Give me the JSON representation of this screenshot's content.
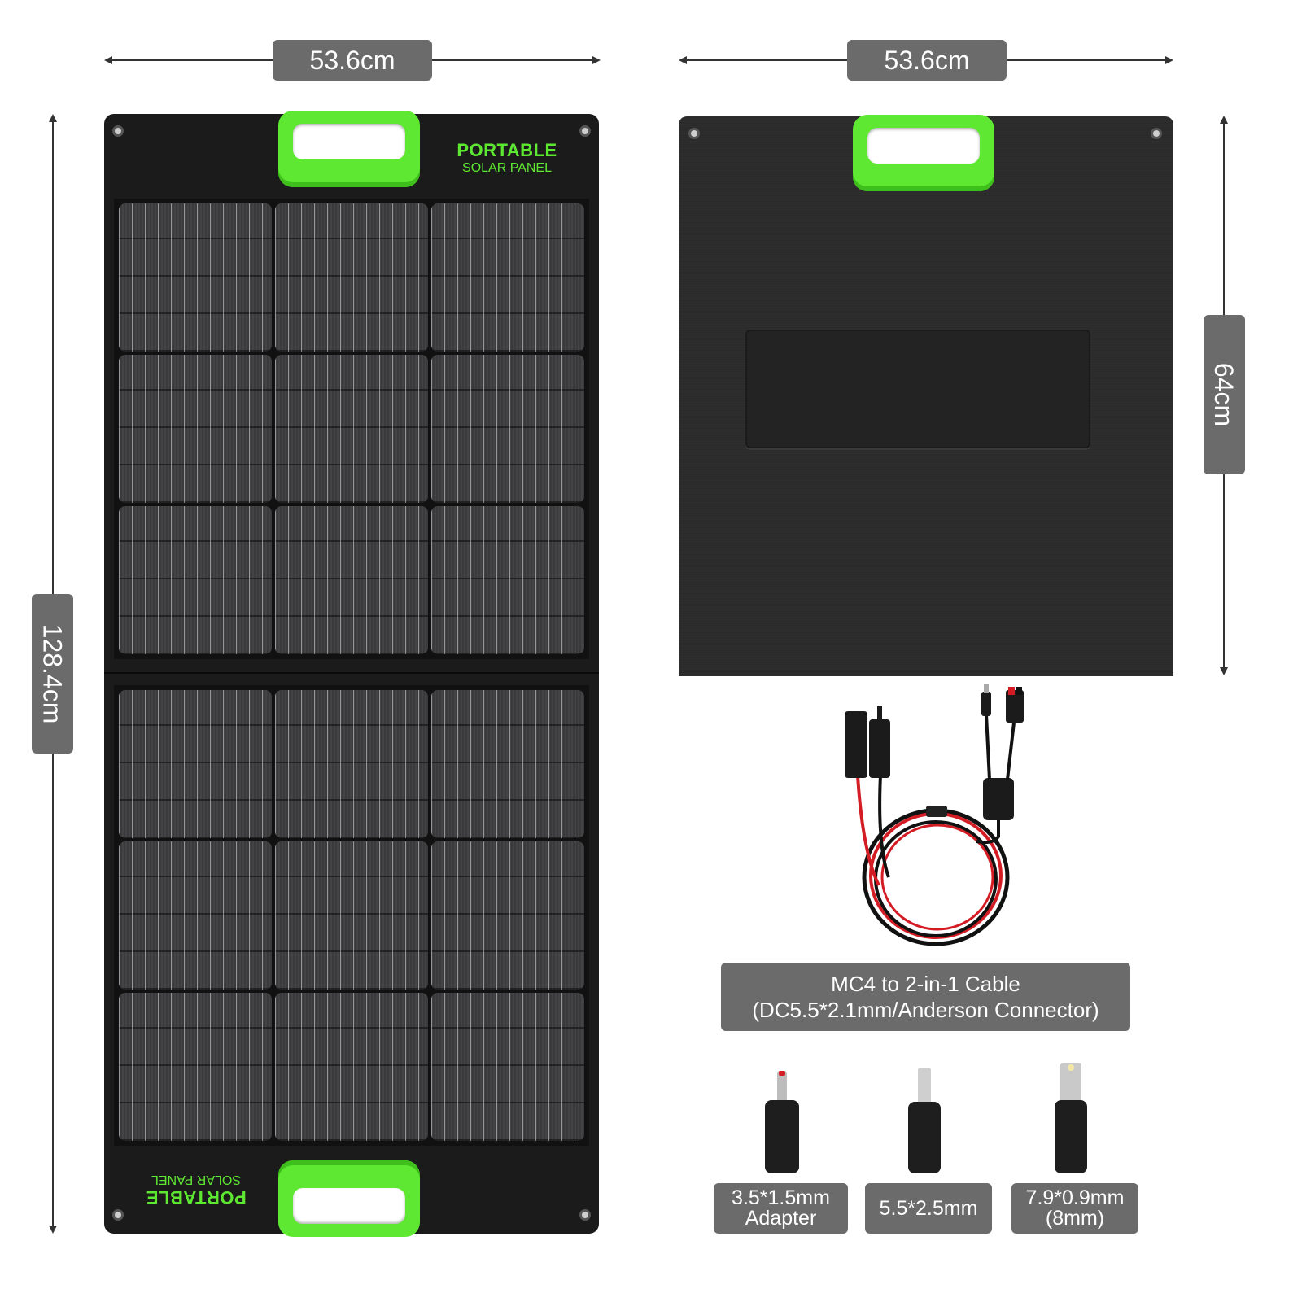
{
  "dimensions": {
    "front_width": "53.6cm",
    "back_width": "53.6cm",
    "front_height": "128.4cm",
    "back_height": "64cm"
  },
  "panel": {
    "brand_line1": "PORTABLE",
    "brand_line2": "SOLAR PANEL",
    "brand_color": "#5ee832"
  },
  "cable": {
    "label_line1": "MC4 to 2-in-1 Cable",
    "label_line2": "(DC5.5*2.1mm/Anderson Connector)"
  },
  "adapters": [
    {
      "line1": "3.5*1.5mm",
      "line2": "Adapter"
    },
    {
      "line1": "5.5*2.5mm",
      "line2": ""
    },
    {
      "line1": "7.9*0.9mm",
      "line2": "(8mm)"
    }
  ]
}
